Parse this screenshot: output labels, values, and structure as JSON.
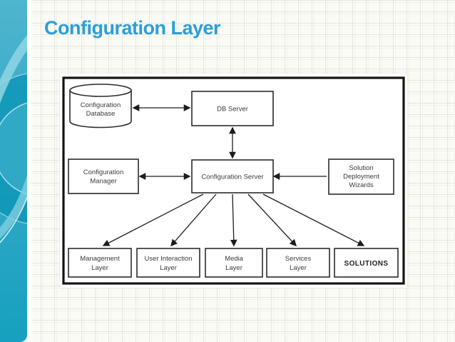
{
  "slide": {
    "title": "Configuration Layer"
  },
  "colors": {
    "title_accent": "#2b9ed7",
    "sidebar_teal": "#2fa9c6",
    "sidebar_dark_teal": "#0d95b6",
    "sidebar_light_cyan": "#8fd6e4",
    "diagram_ink": "#1c1c1c",
    "panel_background": "#ffffff"
  },
  "diagram": {
    "database": {
      "line1": "Configuration",
      "line2": "Database"
    },
    "db_server": {
      "label": "DB Server"
    },
    "config_manager": {
      "line1": "Configuration",
      "line2": "Manager"
    },
    "config_server": {
      "label": "Configuration Server"
    },
    "wizards": {
      "line1": "Solution",
      "line2": "Deployment",
      "line3": "Wizards"
    },
    "bottom": [
      {
        "line1": "Management",
        "line2": "Layer"
      },
      {
        "line1": "User Interaction",
        "line2": "Layer"
      },
      {
        "line1": "Media",
        "line2": "Layer"
      },
      {
        "line1": "Services",
        "line2": "Layer"
      }
    ],
    "solutions": {
      "label": "SOLUTIONS"
    }
  }
}
